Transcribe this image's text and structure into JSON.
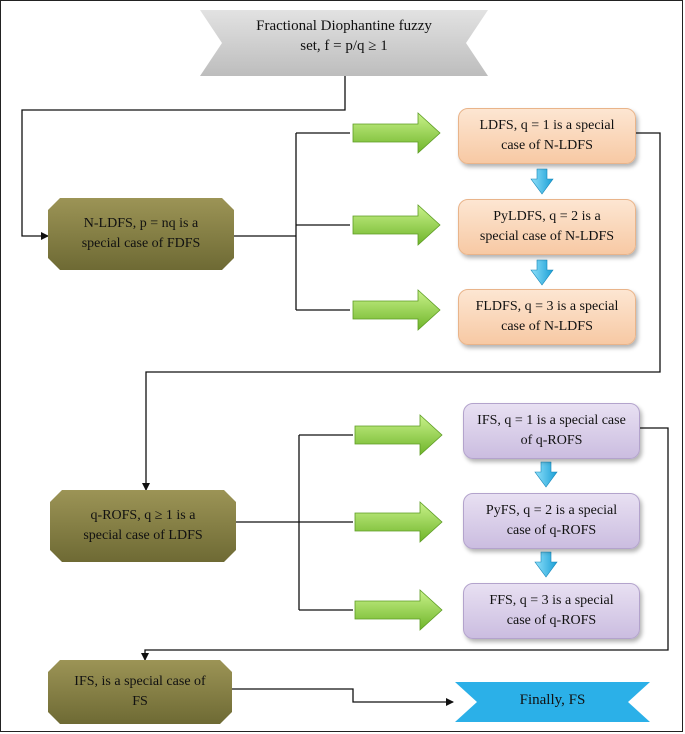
{
  "title": {
    "line1": "Fractional Diophantine fuzzy",
    "line2": "set, f = p/q ≥ 1"
  },
  "olive_boxes": {
    "nldfs": {
      "line1": "N-LDFS, p = nq is a",
      "line2": "special case of FDFS"
    },
    "qrofs": {
      "line1": "q-ROFS, q ≥ 1 is a",
      "line2": "special case of LDFS"
    },
    "ifs_fs": {
      "line1": "IFS, is a special case of",
      "line2": "FS"
    }
  },
  "orange_boxes": [
    {
      "line1": "LDFS, q = 1 is a special",
      "line2": "case of N-LDFS"
    },
    {
      "line1": "PyLDFS, q = 2 is a",
      "line2": "special case of N-LDFS"
    },
    {
      "line1": "FLDFS, q = 3 is a special",
      "line2": "case of N-LDFS"
    }
  ],
  "purple_boxes": [
    {
      "line1": "IFS, q = 1 is a special case",
      "line2": "of q-ROFS"
    },
    {
      "line1": "PyFS, q = 2 is a special",
      "line2": "case of q-ROFS"
    },
    {
      "line1": "FFS, q = 3 is a special",
      "line2": "case of q-ROFS"
    }
  ],
  "final": {
    "label": "Finally, FS"
  },
  "colors": {
    "title_banner": "#d0d0d0",
    "olive": "#7d7840",
    "orange": "#f9d3b4",
    "purple": "#d6cbe6",
    "green_arrow": "#8ccf3c",
    "blue_arrow": "#2bb3e6",
    "final_banner": "#2bb0e8"
  }
}
